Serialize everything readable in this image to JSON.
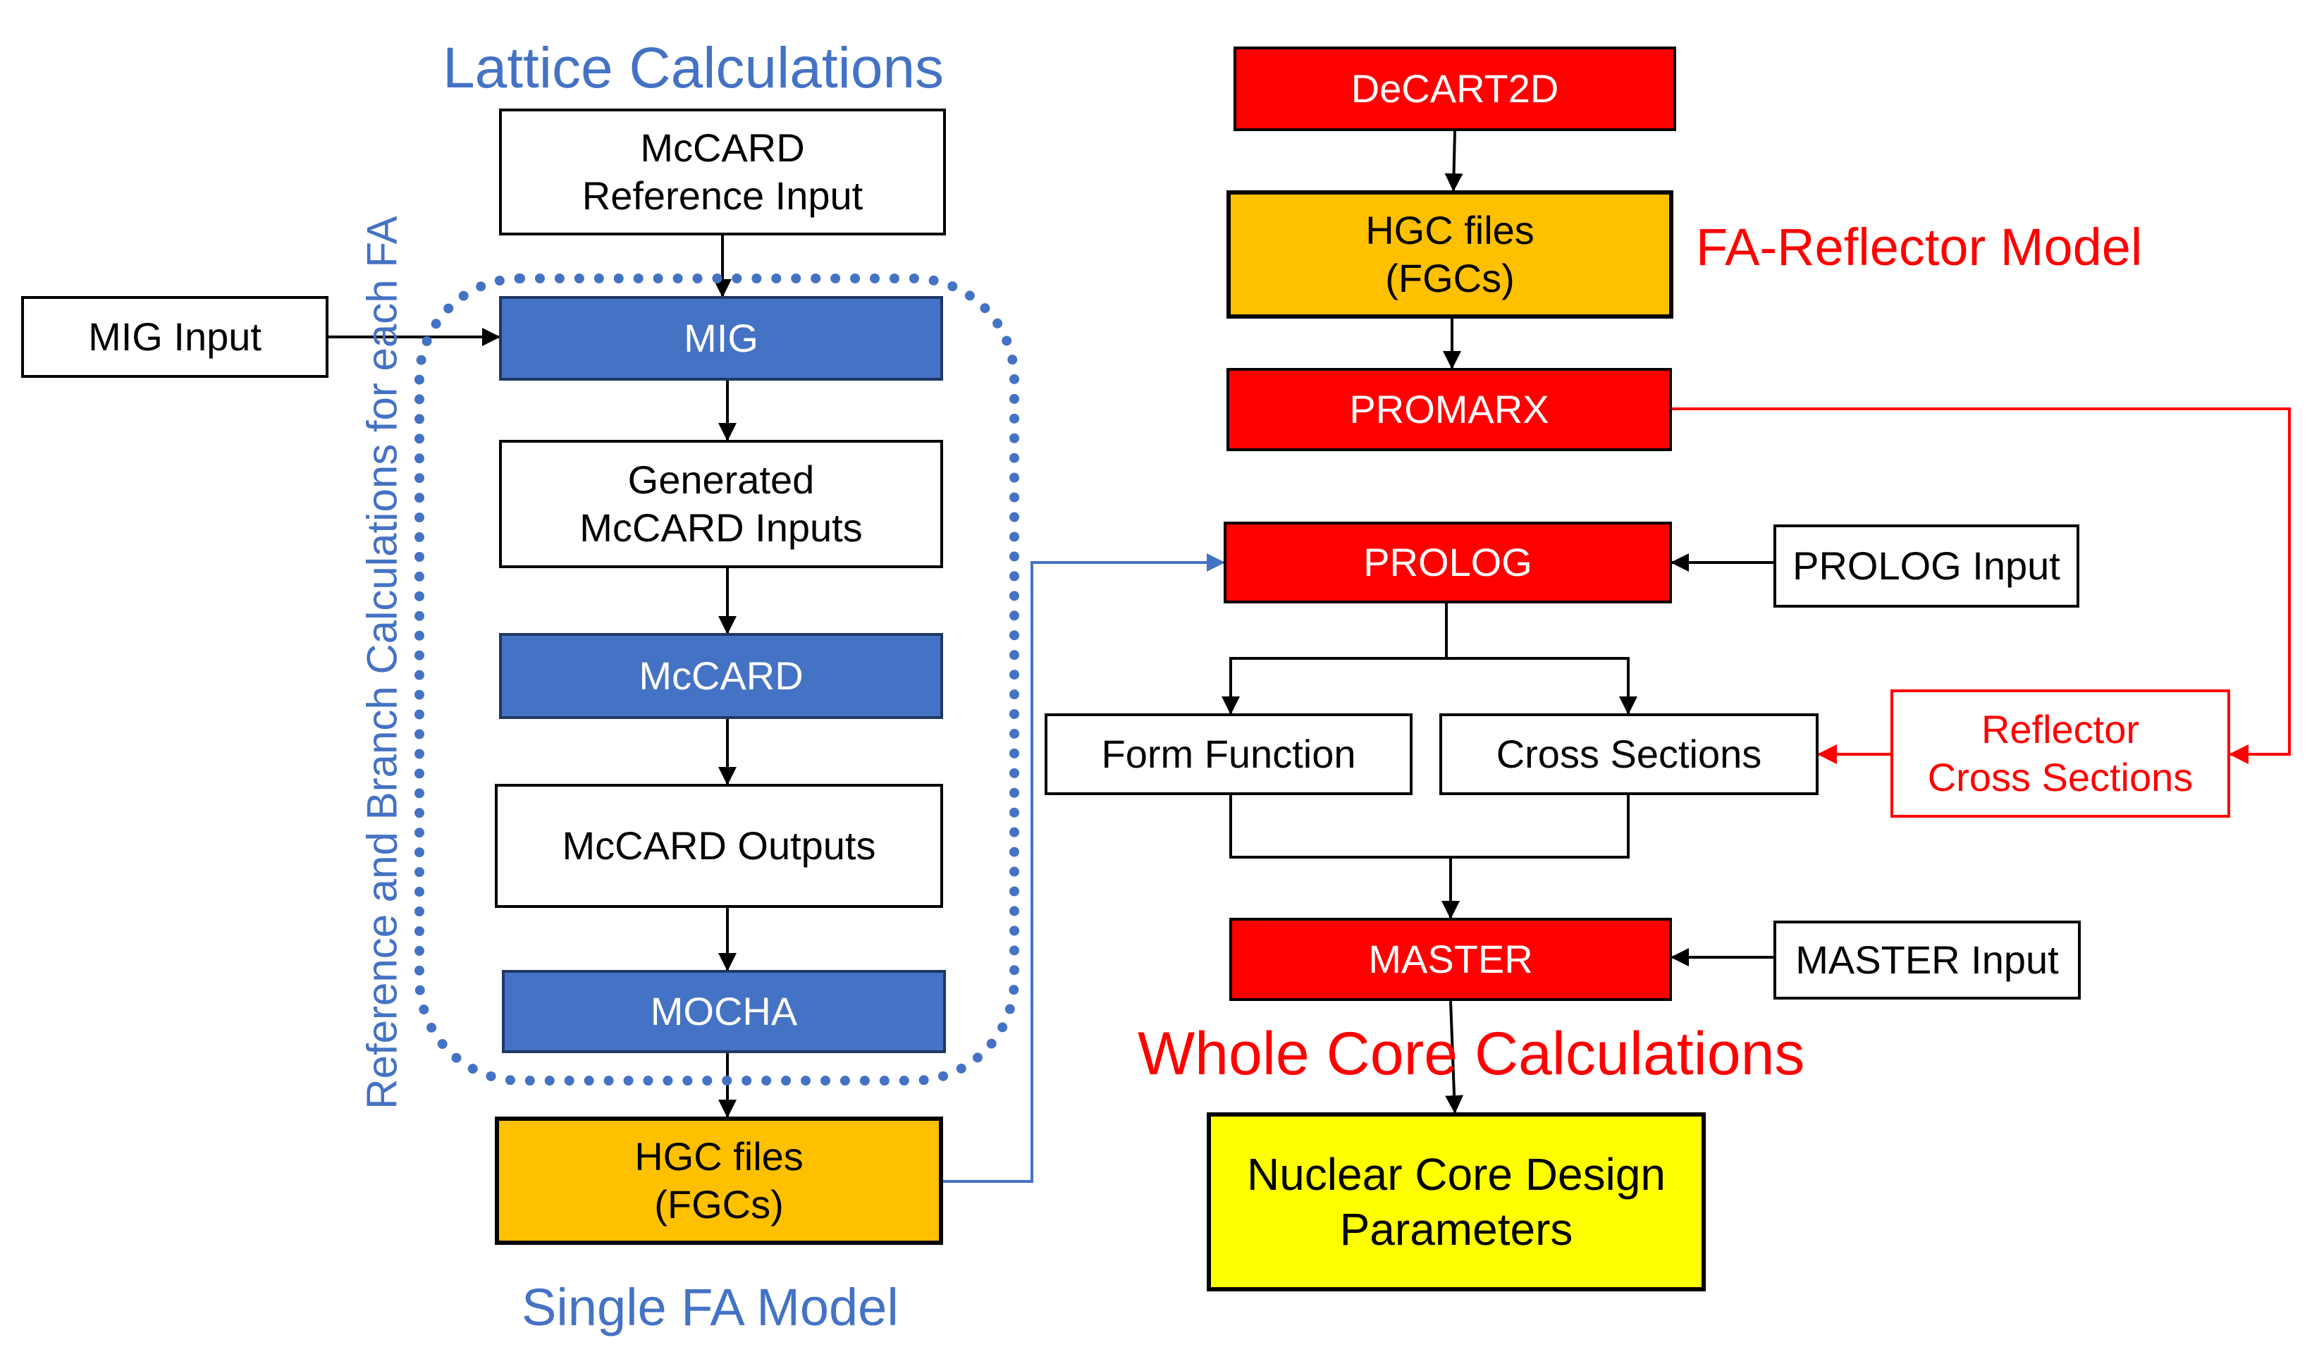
{
  "titles": {
    "lattice": "Lattice Calculations",
    "single_fa": "Single  FA Model",
    "fa_reflector": "FA-Reflector  Model",
    "whole_core": "Whole Core Calculations",
    "vertical": "Reference and Branch Calculations for each FA"
  },
  "lattice": {
    "mccard_ref": "McCARD\nReference Input",
    "mig_input": "MIG Input",
    "mig": "MIG",
    "generated": "Generated\nMcCARD Inputs",
    "mccard": "McCARD",
    "outputs": "McCARD Outputs",
    "mocha": "MOCHA",
    "hgc": "HGC files\n(FGCs)"
  },
  "core": {
    "decart": "DeCART2D",
    "hgc": "HGC files\n(FGCs)",
    "promarx": "PROMARX",
    "prolog": "PROLOG",
    "prolog_input": "PROLOG Input",
    "form_function": "Form Function",
    "cross_sections": "Cross Sections",
    "reflector_xs": "Reflector\nCross Sections",
    "master": "MASTER",
    "master_input": "MASTER Input",
    "ncdp": "Nuclear Core Design\nParameters"
  },
  "colors": {
    "blue": "#4472c4",
    "red": "#ff0000",
    "orange": "#ffc000",
    "yellow": "#ffff00"
  }
}
